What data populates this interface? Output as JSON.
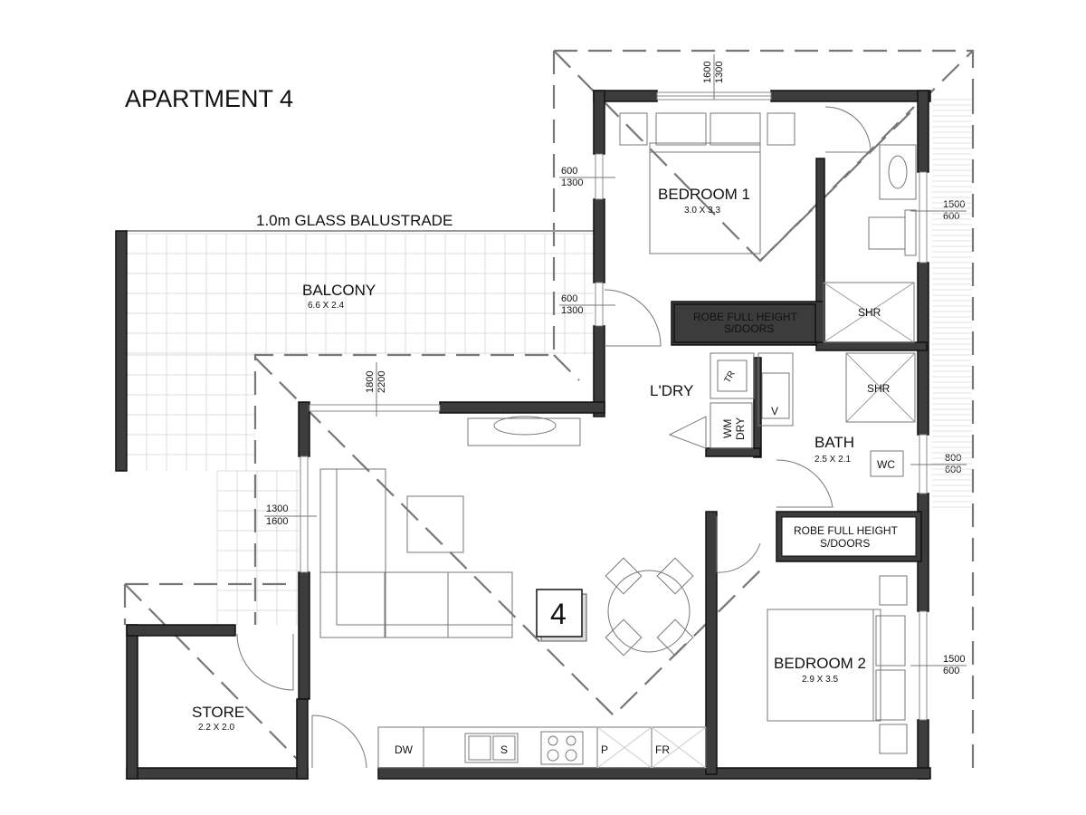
{
  "title": "APARTMENT 4",
  "unit_number": "4",
  "balustrade_label": "1.0m GLASS BALUSTRADE",
  "rooms": {
    "bedroom1": {
      "name": "BEDROOM 1",
      "size": "3.0 X 3.3"
    },
    "bedroom2": {
      "name": "BEDROOM 2",
      "size": "2.9 X 3.5"
    },
    "balcony": {
      "name": "BALCONY",
      "size": "6.6 X 2.4"
    },
    "store": {
      "name": "STORE",
      "size": "2.2 X 2.0"
    },
    "bath": {
      "name": "BATH",
      "size": "2.5 X 2.1"
    },
    "laundry": {
      "name": "L'DRY"
    }
  },
  "robes": {
    "robe1": {
      "line1": "ROBE FULL HEIGHT",
      "line2": "S/DOORS"
    },
    "robe2": {
      "line1": "ROBE FULL HEIGHT",
      "line2": "S/DOORS"
    }
  },
  "fixtures": {
    "shower1": "SHR",
    "shower2": "SHR",
    "wc": "WC",
    "trough": "TR",
    "vanity": "V",
    "wm": "WM",
    "dry": "DRY",
    "dishwasher": "DW",
    "sink": "S",
    "pantry": "P",
    "fridge": "FR"
  },
  "dimensions": {
    "top_window": [
      "1600",
      "1300"
    ],
    "bed1_window_upper": [
      "600",
      "1300"
    ],
    "bed1_window_lower": [
      "600",
      "1300"
    ],
    "balcony_door": [
      "1800",
      "2200"
    ],
    "living_side": [
      "1300",
      "1600"
    ],
    "ensuite_window": [
      "1500",
      "600"
    ],
    "wc_window": [
      "800",
      "600"
    ],
    "bed2_window": [
      "1500",
      "600"
    ]
  }
}
